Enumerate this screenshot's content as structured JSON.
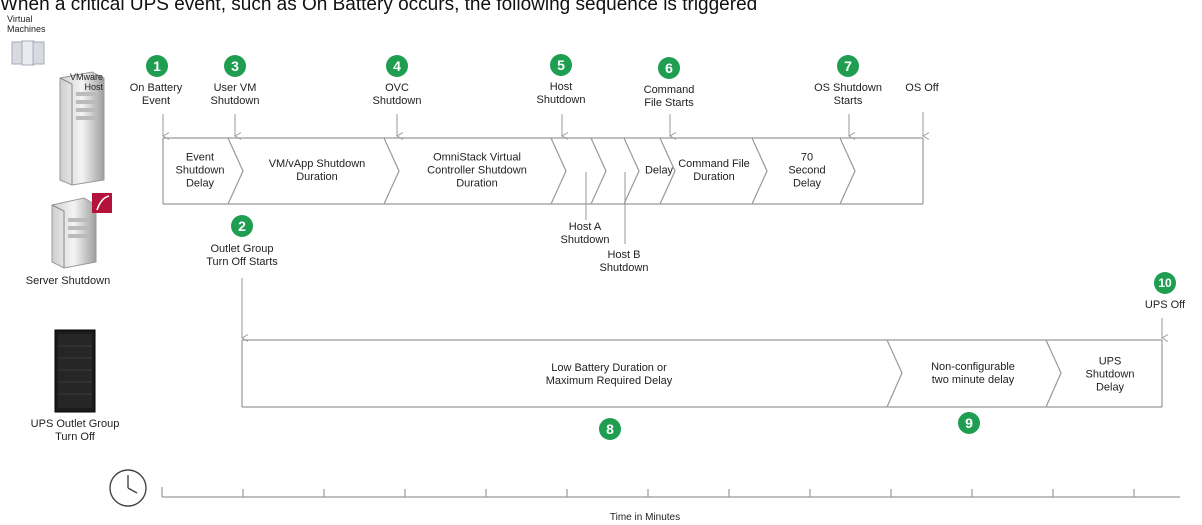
{
  "heading": "When a critical UPS event, such as On Battery occurs, the following sequence is triggered",
  "side": {
    "virtual_machines": "Virtual\nMachines",
    "vmware_host": "VMware\nHost",
    "server_shutdown": "Server Shutdown",
    "ups_outlet": "UPS Outlet Group\nTurn Off"
  },
  "events": {
    "e1": {
      "num": "1",
      "label": "On Battery\nEvent"
    },
    "e3": {
      "num": "3",
      "label": "User VM\nShutdown"
    },
    "e4": {
      "num": "4",
      "label": "OVC\nShutdown"
    },
    "e5": {
      "num": "5",
      "label": "Host\nShutdown"
    },
    "e6": {
      "num": "6",
      "label": "Command\nFile Starts"
    },
    "e7": {
      "num": "7",
      "label": "OS Shutdown\nStarts"
    },
    "os_off": "OS Off",
    "e2": {
      "num": "2",
      "label": "Outlet Group\nTurn Off Starts"
    },
    "e10": {
      "num": "10",
      "label": "UPS Off"
    },
    "e8": {
      "num": "8"
    },
    "e9": {
      "num": "9"
    }
  },
  "segments_top": {
    "event_delay": "Event\nShutdown\nDelay",
    "vm_duration": "VM/vApp Shutdown\nDuration",
    "ovc_duration": "OmniStack Virtual\nController Shutdown\nDuration",
    "delay": "Delay",
    "cmd_duration": "Command File\nDuration",
    "second_delay": "70\nSecond\nDelay",
    "host_a": "Host A\nShutdown",
    "host_b": "Host B\nShutdown"
  },
  "segments_bottom": {
    "low_battery": "Low Battery Duration or\nMaximum Required Delay",
    "two_minute": "Non-configurable\ntwo minute delay",
    "ups_delay": "UPS\nShutdown\nDelay"
  },
  "axis_label": "Time in Minutes"
}
